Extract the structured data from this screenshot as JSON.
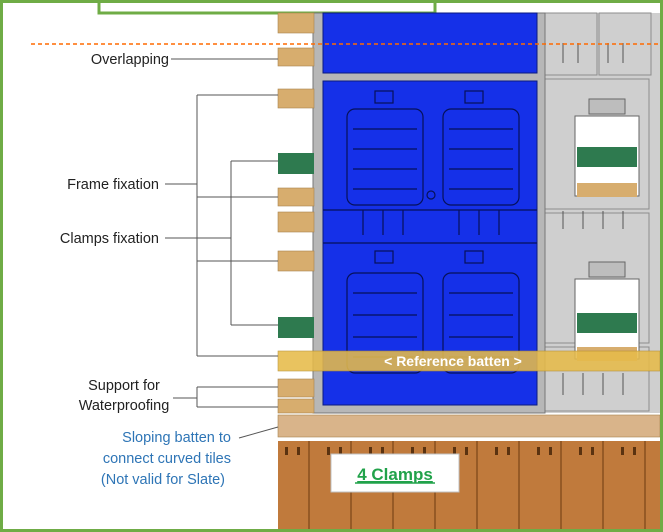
{
  "labels": {
    "overlapping": "Overlapping",
    "frame_fixation": "Frame fixation",
    "clamps_fixation": "Clamps fixation",
    "support_line1": "Support for",
    "support_line2": "Waterproofing",
    "sloping_line1": "Sloping batten to",
    "sloping_line2": "connect curved tiles",
    "sloping_line3": "(Not valid for Slate)"
  },
  "reference_batten": "< Reference batten >",
  "clamps_badge": "4 Clamps",
  "colors": {
    "border": "#6fac46",
    "panel_blue": "#1530e8",
    "batten": "#d7ad6e",
    "reference_batten": "#e6bb4a",
    "clamp_green": "#2e7a4f",
    "sloping_text": "#2e75b6",
    "badge_text": "#21a24a",
    "overlap_line": "#ff6a00",
    "tile_gray": "#cfcfcf",
    "sloping_batten": "#d9b48a",
    "brown_tiles": "#c07a3c"
  }
}
